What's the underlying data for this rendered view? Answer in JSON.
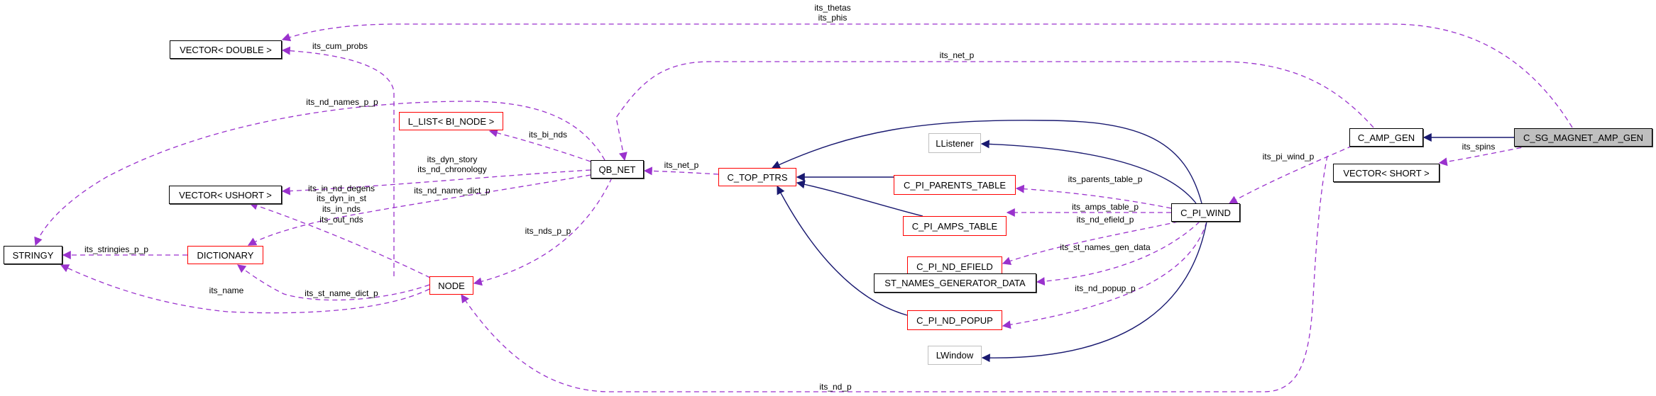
{
  "diagram": {
    "title": "Collaboration diagram for C_SG_MAGNET_AMP_GEN",
    "colors": {
      "inheritance_edge": "#191970",
      "usage_edge": "#9a32cd",
      "documented_border": "#000000",
      "undocumented_border": "#ff0000",
      "external_border": "#bfbfbf",
      "focus_fill": "#bfbfbf"
    },
    "nodes": {
      "c_sg_magnet_amp_gen": "C_SG_MAGNET_AMP_GEN",
      "c_amp_gen": "C_AMP_GEN",
      "vector_short": "VECTOR< SHORT >",
      "vector_double": "VECTOR< DOUBLE >",
      "vector_ushort": "VECTOR< USHORT >",
      "stringy": "STRINGY",
      "dictionary": "DICTIONARY",
      "node": "NODE",
      "l_list_bi_node": "L_LIST< BI_NODE >",
      "qb_net": "QB_NET",
      "c_top_ptrs": "C_TOP_PTRS",
      "llistener": "LListener",
      "c_pi_parents_table": "C_PI_PARENTS_TABLE",
      "c_pi_amps_table": "C_PI_AMPS_TABLE",
      "c_pi_nd_efield": "C_PI_ND_EFIELD",
      "st_names_generator_data": "ST_NAMES_GENERATOR_DATA",
      "c_pi_nd_popup": "C_PI_ND_POPUP",
      "lwindow": "LWindow",
      "c_pi_wind": "C_PI_WIND"
    },
    "edge_labels": {
      "its_thetas": "its_thetas",
      "its_phis": "its_phis",
      "its_net_p_top": "its_net_p",
      "its_cum_probs": "its_cum_probs",
      "its_nd_names_p_p": "its_nd_names_p_p",
      "its_bi_nds": "its_bi_nds",
      "its_dyn_story": "its_dyn_story",
      "its_nd_chronology": "its_nd_chronology",
      "its_nd_name_dict_p": "its_nd_name_dict_p",
      "its_in_nd_degens": "its_in_nd_degens",
      "its_dyn_in_st": "its_dyn_in_st",
      "its_in_nds": "its_in_nds",
      "its_out_nds": "its_out_nds",
      "its_stringies_p_p": "its_stringies_p_p",
      "its_name": "its_name",
      "its_st_name_dict_p": "its_st_name_dict_p",
      "its_nds_p_p": "its_nds_p_p",
      "its_net_p": "its_net_p",
      "its_parents_table_p": "its_parents_table_p",
      "its_amps_table_p": "its_amps_table_p",
      "its_nd_efield_p": "its_nd_efield_p",
      "its_st_names_gen_data": "its_st_names_gen_data",
      "its_nd_popup_p": "its_nd_popup_p",
      "its_pi_wind_p": "its_pi_wind_p",
      "its_spins": "its_spins",
      "its_nd_p": "its_nd_p"
    }
  }
}
